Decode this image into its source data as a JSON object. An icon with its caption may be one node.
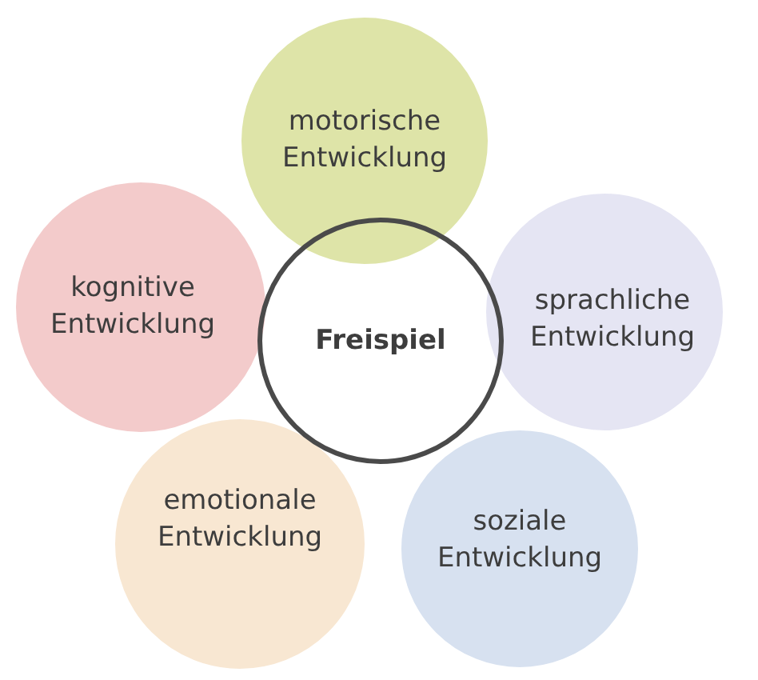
{
  "diagram": {
    "nodes": [
      {
        "text": [
          "motorische Entwicklung"
        ]
      },
      {
        "text": [
          "kognitive Entwicklung"
        ]
      },
      {
        "text": [
          "Freispiel"
        ]
      },
      {
        "text": [
          "sprachliche Entwicklung"
        ]
      },
      {
        "text": [
          "emotionale Entwicklung"
        ]
      },
      {
        "text": [
          "soziale Entwicklung"
        ]
      }
    ]
  }
}
